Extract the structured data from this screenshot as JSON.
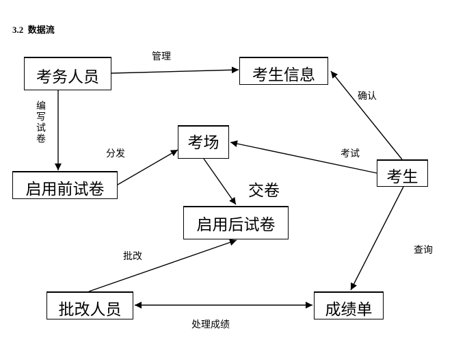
{
  "heading": "3.2  数据流",
  "diagram": {
    "nodes": {
      "exam_staff": "考务人员",
      "examinee_info": "考生信息",
      "exam_room": "考场",
      "paper_before": "启用前试卷",
      "examinee": "考生",
      "paper_after": "启用后试卷",
      "grader": "批改人员",
      "transcript": "成绩单"
    },
    "edges": {
      "manage": "管理",
      "write_paper": "编写试卷",
      "distribute": "分发",
      "exam": "考试",
      "confirm": "确认",
      "submit": "交卷",
      "query": "查询",
      "grade": "批改",
      "process_scores": "处理成绩"
    }
  }
}
